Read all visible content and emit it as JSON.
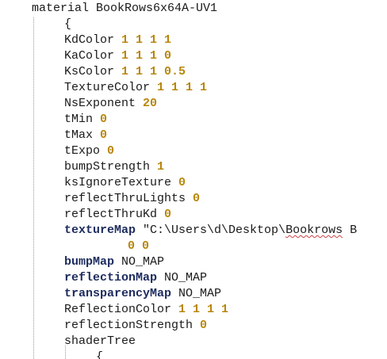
{
  "material_header": {
    "keyword": "material",
    "name": "BookRows6x64A-UV1"
  },
  "open_brace": "{",
  "properties": [
    {
      "key": "KdColor",
      "value": "1 1 1 1"
    },
    {
      "key": "KaColor",
      "value": "1 1 1 0"
    },
    {
      "key": "KsColor",
      "value": "1 1 1 0.5"
    },
    {
      "key": "TextureColor",
      "value": "1 1 1 1"
    },
    {
      "key": "NsExponent",
      "value": "20"
    },
    {
      "key": "tMin",
      "value": "0"
    },
    {
      "key": "tMax",
      "value": "0"
    },
    {
      "key": "tExpo",
      "value": "0"
    },
    {
      "key": "bumpStrength",
      "value": "1"
    },
    {
      "key": "ksIgnoreTexture",
      "value": "0"
    },
    {
      "key": "reflectThruLights",
      "value": "0"
    },
    {
      "key": "reflectThruKd",
      "value": "0"
    }
  ],
  "texture_map": {
    "key": "textureMap",
    "path_prefix": "\"C:\\Users\\d\\Desktop\\",
    "path_underlined": "Bookrows",
    "path_suffix": " B",
    "continuation": "0 0"
  },
  "maps": [
    {
      "key": "bumpMap",
      "value": "NO_MAP"
    },
    {
      "key": "reflectionMap",
      "value": "NO_MAP"
    },
    {
      "key": "transparencyMap",
      "value": "NO_MAP"
    }
  ],
  "reflection_color": {
    "key": "ReflectionColor",
    "value": "1 1 1 1"
  },
  "reflection_strength": {
    "key": "reflectionStrength",
    "value": "0"
  },
  "shader_tree": {
    "key": "shaderTree"
  },
  "partial_brace": "{",
  "colors": {
    "number": "#b8860b",
    "keyword": "#1c2b5e",
    "text": "#1a1a1a",
    "spell_underline": "#d04040"
  }
}
